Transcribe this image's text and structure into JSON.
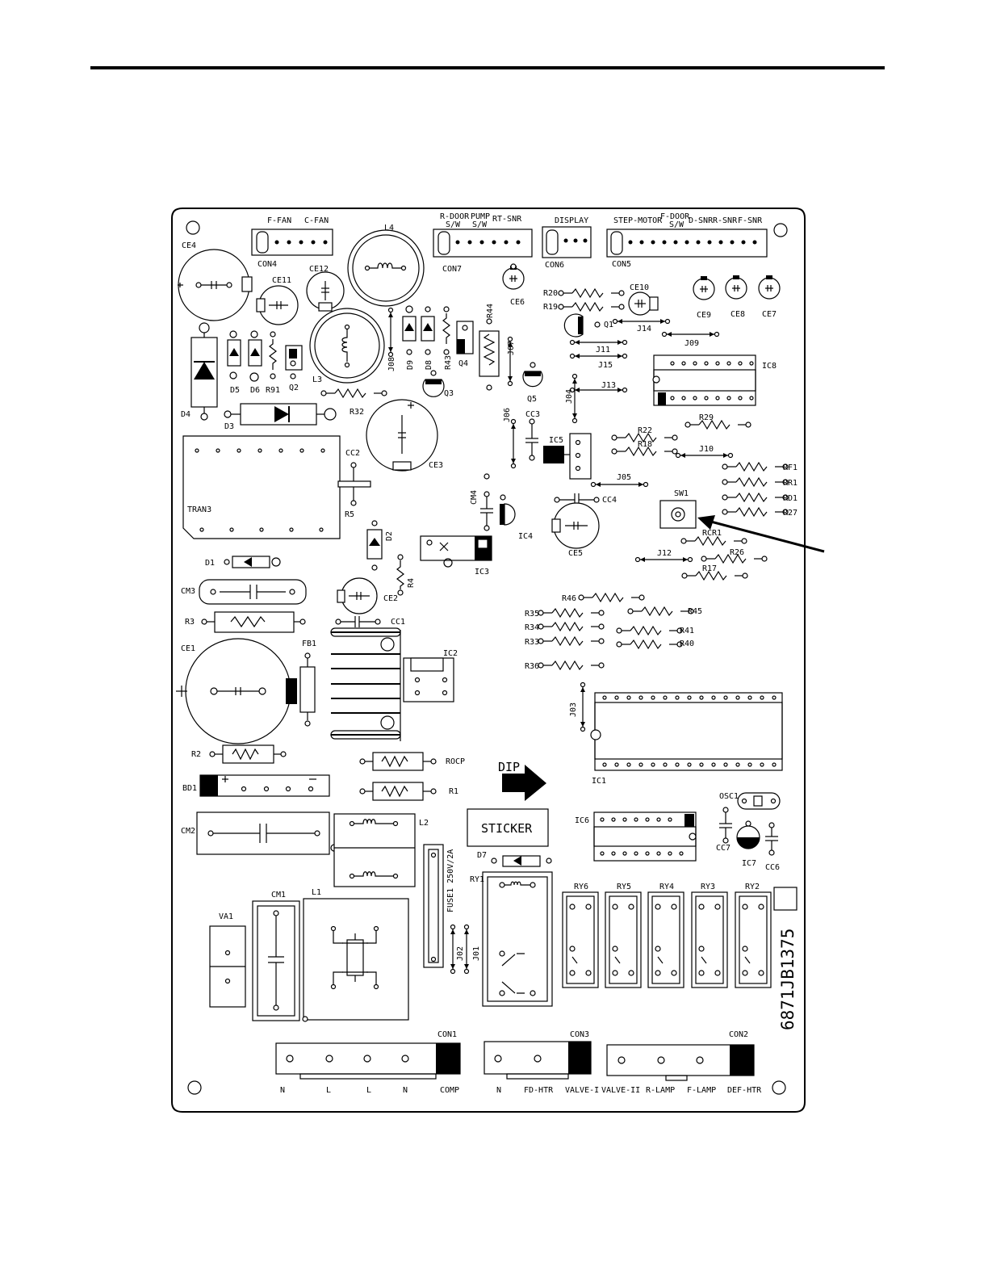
{
  "connectors_top": {
    "f_fan": "F-FAN",
    "c_fan": "C-FAN",
    "con4": "CON4",
    "r_door_sw_1": "R-DOOR",
    "r_door_sw_2": "S/W",
    "pump_sw_1": "PUMP",
    "pump_sw_2": "S/W",
    "rt_snr": "RT-SNR",
    "con7": "CON7",
    "display": "DISPLAY",
    "con6": "CON6",
    "step_motor": "STEP-MOTOR",
    "f_door_sw_1": "F-DOOR",
    "f_door_sw_2": "S/W",
    "d_snr": "D-SNR",
    "r_snr": "R-SNR",
    "f_snr": "F-SNR",
    "con5": "CON5"
  },
  "components": {
    "ce4": "CE4",
    "ce11": "CE11",
    "ce12": "CE12",
    "l4": "L4",
    "l3": "L3",
    "d4": "D4",
    "d5": "D5",
    "d6": "D6",
    "r91": "R91",
    "q2": "Q2",
    "d3": "D3",
    "r32": "R32",
    "j08": "J08",
    "d9": "D9",
    "d8": "D8",
    "r43": "R43",
    "q4": "Q4",
    "r44": "R44",
    "j07": "J07",
    "q3": "Q3",
    "q5": "Q5",
    "ce3": "CE3",
    "ce6": "CE6",
    "r20": "R20",
    "r19": "R19",
    "ce10": "CE10",
    "q1": "Q1",
    "j14": "J14",
    "j11": "J11",
    "j15": "J15",
    "j13": "J13",
    "j04": "J04",
    "j09": "J09",
    "ic8": "IC8",
    "ce9": "CE9",
    "ce8": "CE8",
    "ce7": "CE7",
    "tran3": "TRAN3",
    "cc2": "CC2",
    "r5": "R5",
    "j06": "J06",
    "cc3": "CC3",
    "ic5": "IC5",
    "r29": "R29",
    "r22": "R22",
    "r18": "R18",
    "j10": "J10",
    "j05": "J05",
    "rf1": "RF1",
    "rr1": "RR1",
    "rd1": "RD1",
    "r27": "R27",
    "sw1": "SW1",
    "cm4": "CM4",
    "ic4": "IC4",
    "cc4": "CC4",
    "ce5": "CE5",
    "d2": "D2",
    "d1": "D1",
    "ic3": "IC3",
    "rcr1": "RCR1",
    "j12": "J12",
    "r26": "R26",
    "r17": "R17",
    "cm3": "CM3",
    "ce2": "CE2",
    "r4": "R4",
    "r3": "R3",
    "cc1": "CC1",
    "r46": "R46",
    "r35": "R35",
    "r45": "R45",
    "r34": "R34",
    "r41": "R41",
    "r33": "R33",
    "r40": "R40",
    "r36": "R36",
    "ce1": "CE1",
    "fb1": "FB1",
    "ic2": "IC2",
    "j03": "J03",
    "ic1": "IC1",
    "r2": "R2",
    "rocp": "ROCP",
    "bd1": "BD1",
    "r1": "R1",
    "dip": "DIP",
    "osc1": "OSC1",
    "cm2": "CM2",
    "l2": "L2",
    "sticker": "STICKER",
    "ic6": "IC6",
    "cc7": "CC7",
    "ic7": "IC7",
    "cc6": "CC6",
    "d7": "D7",
    "va1": "VA1",
    "cm1": "CM1",
    "l1": "L1",
    "fuse1": "FUSE1 250V/2A",
    "j02": "J02",
    "j01": "J01",
    "ry1": "RY1",
    "ry6": "RY6",
    "ry5": "RY5",
    "ry4": "RY4",
    "ry3": "RY3",
    "ry2": "RY2"
  },
  "part_number": "6871JB1375",
  "connectors_bottom": {
    "con1": "CON1",
    "con3": "CON3",
    "con2": "CON2",
    "n1": "N",
    "l1": "L",
    "l2": "L",
    "n2": "N",
    "comp": "COMP",
    "n3": "N",
    "fd_htr": "FD-HTR",
    "valve_i": "VALVE-I",
    "valve_ii": "VALVE-II",
    "r_lamp": "R-LAMP",
    "f_lamp": "F-LAMP",
    "def_htr": "DEF-HTR"
  }
}
